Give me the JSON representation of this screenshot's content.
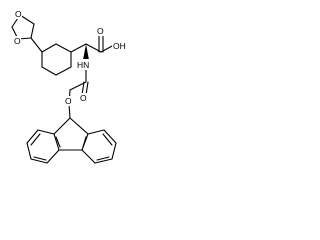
{
  "structure": {
    "atom_labels": {
      "dioxolane_o_top": "O",
      "dioxolane_o_bottom": "O",
      "acid_hydroxyl": "OH",
      "acid_carbonyl_o": "O",
      "carbamate_nh": "HN",
      "carbamate_carbonyl_o": "O",
      "carbamate_ester_o": "O"
    },
    "colors": {
      "bond": "#000000",
      "label": "#000000",
      "background": "#ffffff"
    }
  }
}
